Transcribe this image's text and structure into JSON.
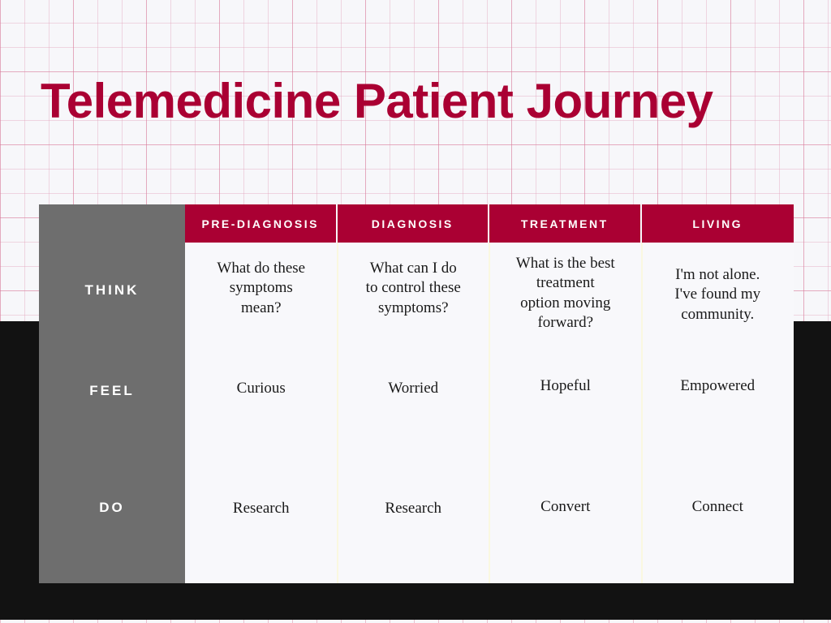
{
  "slide": {
    "title": "Telemedicine Patient Journey",
    "accent_color": "#AA0033",
    "row_label_bg": "#6E6E6E",
    "cell_bg": "#F8F8FB",
    "band_color": "#121212",
    "page_bg": "#F7F7FA",
    "grid_line_color": "#E2A0B9",
    "divider_color": "#FAF8E0"
  },
  "matrix": {
    "row_labels": [
      "THINK",
      "FEEL",
      "DO"
    ],
    "columns": [
      {
        "header": "PRE-DIAGNOSIS",
        "think": [
          "What do these",
          "symptoms",
          "mean?"
        ],
        "feel": [
          "Curious"
        ],
        "do": [
          "Research"
        ]
      },
      {
        "header": "DIAGNOSIS",
        "think": [
          "What can I do",
          "to control these",
          "symptoms?"
        ],
        "feel": [
          "Worried"
        ],
        "do": [
          "Research"
        ]
      },
      {
        "header": "TREATMENT",
        "think": [
          "What is the best",
          "treatment",
          "option moving",
          "forward?"
        ],
        "feel": [
          "Hopeful"
        ],
        "do": [
          "Convert"
        ]
      },
      {
        "header": "LIVING",
        "think": [
          "I'm not alone.",
          "I've found my",
          "community."
        ],
        "feel": [
          "Empowered"
        ],
        "do": [
          "Connect"
        ]
      }
    ]
  }
}
